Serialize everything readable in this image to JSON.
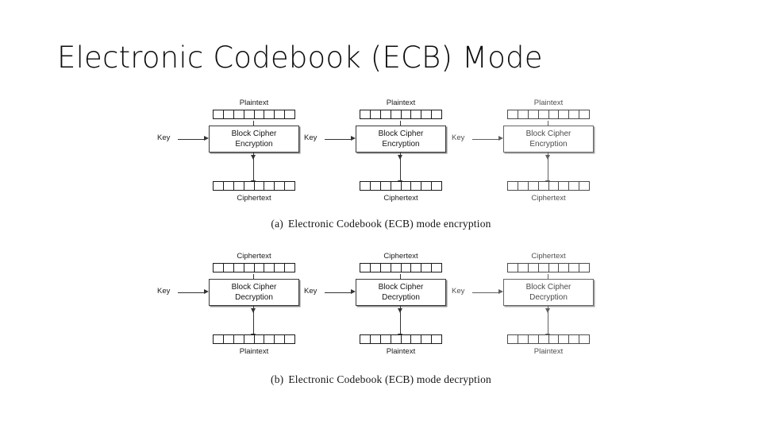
{
  "slide": {
    "title": "Electronic Codebook (ECB) Mode"
  },
  "figure": {
    "cells_per_block": 8,
    "key_label": "Key",
    "colors": {
      "ink": "#1a1a1a",
      "line": "#333333",
      "box_border": "#3a3a3a",
      "box_shadow": "#8a8a8a",
      "background": "#ffffff"
    },
    "panels": [
      {
        "id": "encryption",
        "caption_tag": "(a)",
        "caption_text": "Electronic Codebook (ECB) mode encryption",
        "columns": [
          {
            "input_label": "Plaintext",
            "cipher_line1": "Block Cipher",
            "cipher_line2": "Encryption",
            "key_label": "Key",
            "output_label": "Ciphertext"
          },
          {
            "input_label": "Plaintext",
            "cipher_line1": "Block Cipher",
            "cipher_line2": "Encryption",
            "key_label": "Key",
            "output_label": "Ciphertext"
          },
          {
            "input_label": "Plaintext",
            "cipher_line1": "Block Cipher",
            "cipher_line2": "Encryption",
            "key_label": "Key",
            "output_label": "Ciphertext"
          }
        ]
      },
      {
        "id": "decryption",
        "caption_tag": "(b)",
        "caption_text": "Electronic Codebook (ECB) mode decryption",
        "columns": [
          {
            "input_label": "Ciphertext",
            "cipher_line1": "Block Cipher",
            "cipher_line2": "Decryption",
            "key_label": "Key",
            "output_label": "Plaintext"
          },
          {
            "input_label": "Ciphertext",
            "cipher_line1": "Block Cipher",
            "cipher_line2": "Decryption",
            "key_label": "Key",
            "output_label": "Plaintext"
          },
          {
            "input_label": "Ciphertext",
            "cipher_line1": "Block Cipher",
            "cipher_line2": "Decryption",
            "key_label": "Key",
            "output_label": "Plaintext"
          }
        ]
      }
    ]
  }
}
